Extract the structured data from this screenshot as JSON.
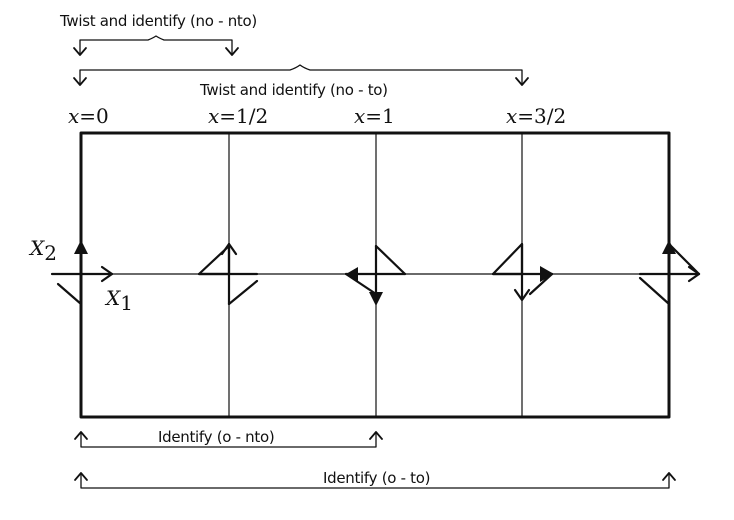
{
  "labels": {
    "twist_nto": "Twist and identify (no - nto)",
    "twist_to": "Twist and identify (no - to)",
    "identify_nto": "Identify (o - nto)",
    "identify_to": "Identify (o - to)"
  },
  "positions": [
    {
      "var": "x",
      "eq": "=",
      "val": "0"
    },
    {
      "var": "x",
      "eq": "=",
      "val": "1/2"
    },
    {
      "var": "x",
      "eq": "=",
      "val": "1"
    },
    {
      "var": "x",
      "eq": "=",
      "val": "3/2"
    }
  ],
  "axes": {
    "x2": {
      "letter": "X",
      "sub": "2"
    },
    "x1": {
      "letter": "X",
      "sub": "1"
    }
  }
}
